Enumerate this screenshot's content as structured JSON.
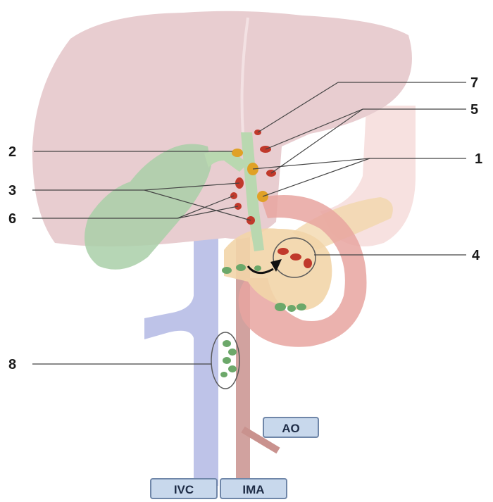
{
  "labels": [
    "1",
    "2",
    "3",
    "4",
    "5",
    "6",
    "7",
    "8"
  ],
  "vessel_tags": {
    "ao": "AO",
    "ivc": "IVC",
    "ima": "IMA"
  },
  "colors": {
    "liver": "#e8cdd0",
    "gallbladder": "#a9cfa8",
    "bile_duct": "#b9d8b0",
    "pancreas": "#f2d5a8",
    "duodenum": "#e8a4a0",
    "stomach": "#f4d7d5",
    "ivc": "#b7bde6",
    "aorta": "#c9928e",
    "red_stone": "#c0392b",
    "yellow_stone": "#e0a126",
    "green_stone": "#6ca86a",
    "tag_fill": "#c8d8ec",
    "tag_border": "#6f86a8"
  }
}
